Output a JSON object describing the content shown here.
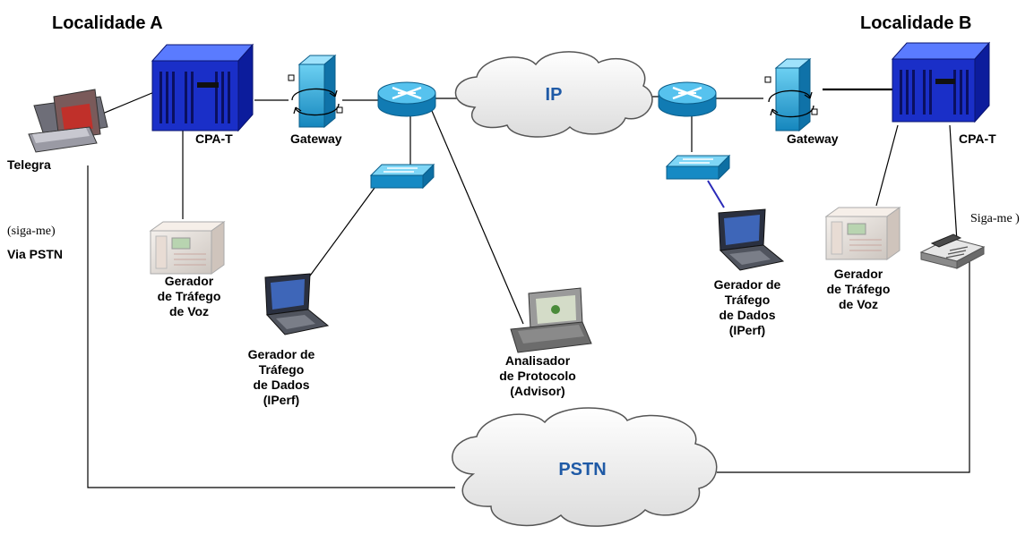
{
  "site_a": {
    "title": "Localidade A"
  },
  "site_b": {
    "title": "Localidade B"
  },
  "clouds": {
    "ip": "IP",
    "pstn": "PSTN"
  },
  "devices": {
    "cpa_a": "CPA-T",
    "gateway_a": "Gateway",
    "gateway_b": "Gateway",
    "cpa_b": "CPA-T",
    "telegra": "Telegra",
    "sigame_a": "(siga-me)",
    "via_pstn": "Via PSTN",
    "sigame_b": "Siga-me )",
    "voice_gen_a": [
      "Gerador",
      "de Tráfego",
      "de Voz"
    ],
    "data_gen_a": [
      "Gerador de",
      "Tráfego",
      "de Dados",
      "(IPerf)"
    ],
    "analyzer": [
      "Analisador",
      "de Protocolo",
      "(Advisor)"
    ],
    "data_gen_b": [
      "Gerador de",
      "Tráfego",
      "de Dados",
      "(IPerf)"
    ],
    "voice_gen_b": [
      "Gerador",
      "de Tráfego",
      "de Voz"
    ]
  },
  "colors": {
    "switch_blue": "#1a2fc8",
    "network_cyan": "#2aa5d8",
    "cloud_fill": "#f2f2f2",
    "cloud_text": "#1f5aa6",
    "link": "#000000",
    "blue_link": "#2a2ab8"
  },
  "icons": [
    "pbx-cabinet-icon",
    "gateway-icon",
    "router-icon",
    "ethernet-switch-icon",
    "laptop-icon",
    "traffic-generator-icon",
    "protocol-analyzer-icon",
    "telephone-icon",
    "voip-tester-icon",
    "cloud-icon"
  ]
}
